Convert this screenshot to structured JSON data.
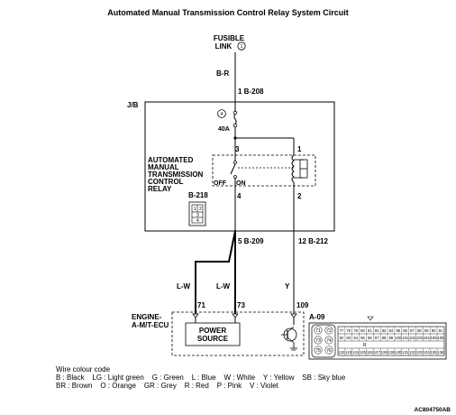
{
  "title": "Automated Manual Transmission Control Relay System Circuit",
  "fusible_link": {
    "line1": "FUSIBLE",
    "line2": "LINK",
    "number": "1"
  },
  "wires": {
    "top": "B-R",
    "left": "L-W",
    "mid": "L-W",
    "right": "Y"
  },
  "connectors": {
    "b208": "1  B-208",
    "b209": "5  B-209",
    "b212": "12  B-212",
    "b218": "B-218",
    "a09": "A-09"
  },
  "jb_label": "J/B",
  "fuse": {
    "number": "4",
    "rating": "40A"
  },
  "relay": {
    "name_lines": [
      "AUTOMATED",
      "MANUAL",
      "TRANSMISSION",
      "CONTROL",
      "RELAY"
    ],
    "pin3": "3",
    "pin1": "1",
    "pin4": "4",
    "pin2": "2",
    "off": "OFF",
    "on": "ON",
    "mini_pins": [
      "1",
      "2",
      "3",
      "4"
    ]
  },
  "ecu": {
    "name_lines": [
      "ENGINE-",
      "A-M/T-ECU"
    ],
    "pin71": "71",
    "pin73": "73",
    "pin109": "109",
    "power_source": [
      "POWER",
      "SOURCE"
    ]
  },
  "connector_a09": {
    "left_pins": [
      "71",
      "72",
      "73",
      "74",
      "75",
      "76"
    ],
    "row1": [
      "77",
      "78",
      "79",
      "80",
      "81",
      "82",
      "83",
      "84",
      "85",
      "86",
      "87",
      "88",
      "89",
      "90",
      "91"
    ],
    "row2": [
      "92",
      "93",
      "94",
      "95",
      "96",
      "97",
      "98",
      "99",
      "100",
      "101",
      "102",
      "103",
      "104",
      "105",
      "106"
    ],
    "row3": [
      "107",
      "108",
      "109",
      "110",
      "111",
      "112",
      "113",
      "114",
      "115",
      "116",
      "117",
      "118",
      "119",
      "120",
      "121"
    ],
    "row4": [
      "122",
      "123",
      "124",
      "125",
      "126",
      "127",
      "128",
      "129",
      "130",
      "131",
      "132",
      "133",
      "134",
      "135",
      "136"
    ],
    "marker": "R"
  },
  "legend": {
    "heading": "Wire colour code",
    "line1": "B : Black    LG : Light green    G : Green    L : Blue    W : White    Y : Yellow    SB : Sky blue",
    "line2": "BR : Brown    O : Orange    GR : Grey    R : Red    P : Pink    V : Violet"
  },
  "figure_code": "AC804750AB"
}
